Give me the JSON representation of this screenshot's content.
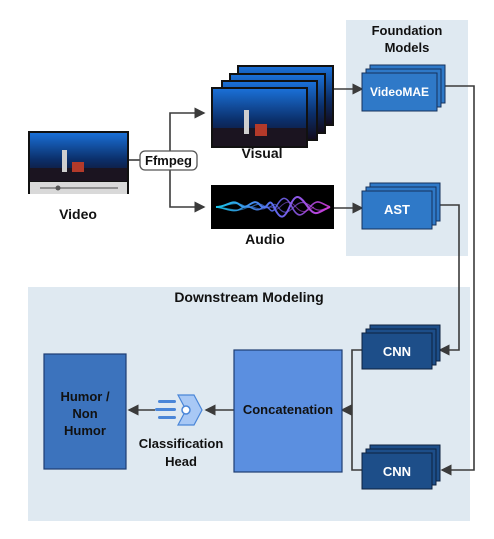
{
  "foundation": {
    "title_line1": "Foundation",
    "title_line2": "Models"
  },
  "input": {
    "video_label": "Video",
    "ffmpeg_label": "Ffmpeg"
  },
  "branches": {
    "visual_label": "Visual",
    "audio_label": "Audio"
  },
  "models": {
    "videomae_label": "VideoMAE",
    "ast_label": "AST"
  },
  "downstream": {
    "title": "Downstream Modeling",
    "cnn_top_label": "CNN",
    "cnn_bottom_label": "CNN",
    "concat_label": "Concatenation",
    "head_line1": "Classification",
    "head_line2": "Head",
    "output_line1": "Humor /",
    "output_line2": "Non",
    "output_line3": "Humor"
  },
  "colors": {
    "panel_bg": "#dfe9f1",
    "model_blue": "#2f79c8",
    "cnn_navy": "#1d4e89",
    "concat_blue": "#5b8fe0",
    "output_blue": "#3c73bd",
    "line": "#3b3b3b"
  },
  "icons": {
    "head_icon": "classification-head-icon"
  }
}
